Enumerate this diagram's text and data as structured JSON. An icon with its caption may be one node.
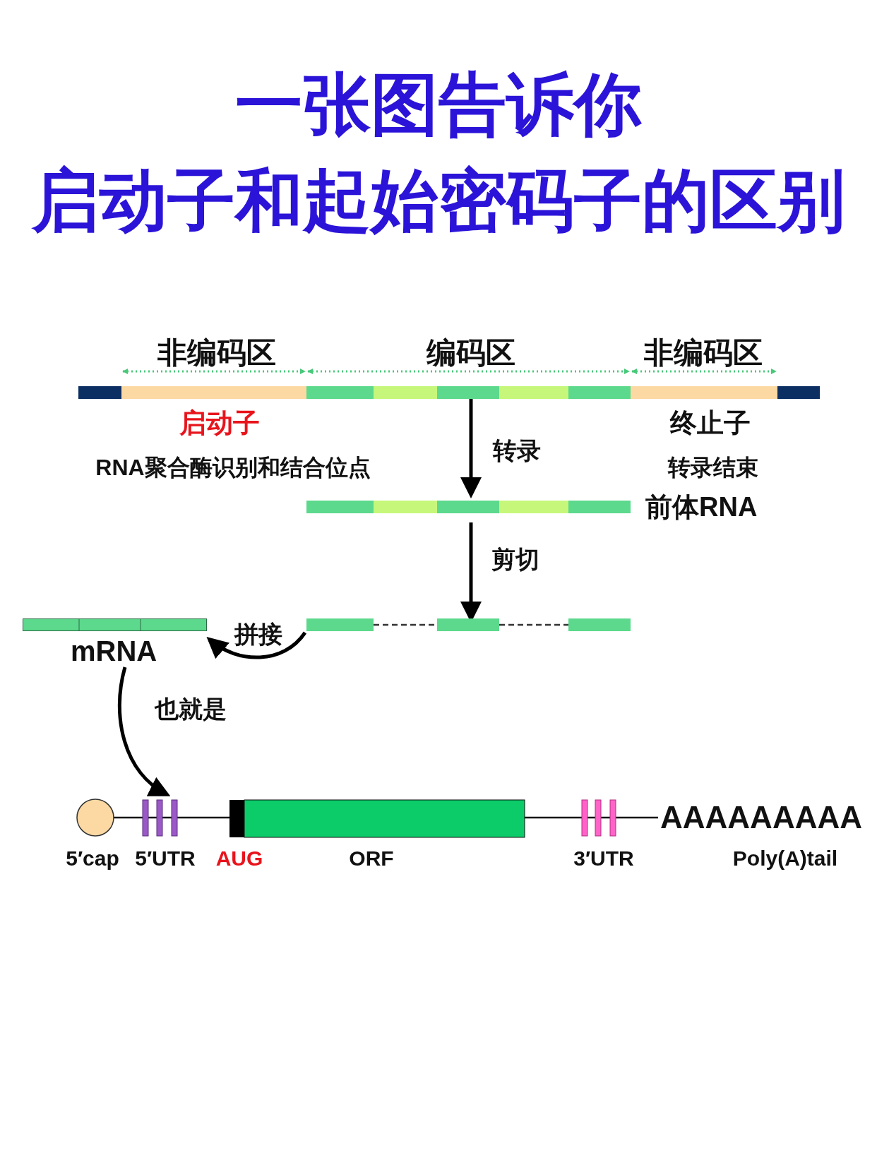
{
  "diagram": {
    "title": "一张图告诉你启动子和起始密码子的区别",
    "nodes": [
      {
        "text": [],
        "shape": "bar"
      },
      {
        "text": [],
        "shape": "bar",
        "beside": [
          "前体RNA"
        ]
      },
      {
        "text": [],
        "shape": "bar"
      },
      {
        "text": [],
        "shape": "bar",
        "beside": [
          "mRNA"
        ]
      },
      {
        "text": [],
        "shape": "picture"
      }
    ],
    "edges": [
      {
        "from": 0,
        "to": 1,
        "arrow": "to",
        "label": "转录"
      },
      {
        "from": 1,
        "to": 2,
        "arrow": "to",
        "label": "剪切"
      },
      {
        "from": 2,
        "to": 3,
        "arrow": "to",
        "label": "拼接"
      },
      {
        "from": 3,
        "to": 4,
        "arrow": "to",
        "label": "也就是"
      }
    ],
    "labels": [
      "非编码区",
      "编码区",
      "非编码区",
      "启动子",
      "终止子",
      "RNA聚合酶识别和结合位点",
      "转录结束",
      "AAAAAAAAA",
      "5′cap",
      "5′UTR",
      "AUG",
      "ORF",
      "3′UTR",
      "Poly(A)tail"
    ]
  }
}
